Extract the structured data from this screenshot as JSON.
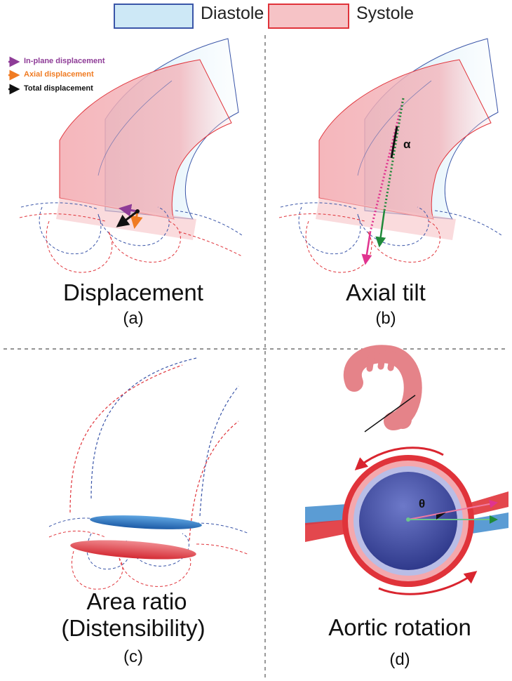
{
  "legend": {
    "diastole_label": "Diastole",
    "systole_label": "Systole",
    "diastole_fill": "#cde8f6",
    "diastole_stroke": "#3a55a8",
    "systole_fill": "#f6c3c6",
    "systole_stroke": "#e0333a"
  },
  "displacement_legend": [
    {
      "label": "In-plane displacement",
      "color": "#8e3c97"
    },
    {
      "label": "Axial displacement",
      "color": "#f07b22"
    },
    {
      "label": "Total displacement",
      "color": "#111111"
    }
  ],
  "panels": {
    "a": {
      "title": "Displacement",
      "letter": "(a)"
    },
    "b": {
      "title": "Axial tilt",
      "letter": "(b)",
      "angle_symbol": "α"
    },
    "c": {
      "title_line1": "Area ratio",
      "title_line2": "(Distensibility)",
      "letter": "(c)"
    },
    "d": {
      "title": "Aortic rotation",
      "letter": "(d)",
      "angle_symbol": "θ"
    }
  },
  "colors": {
    "tilt_magenta": "#e0348f",
    "tilt_green": "#1f8a3a",
    "rotation_arrow": "#d9252f"
  }
}
